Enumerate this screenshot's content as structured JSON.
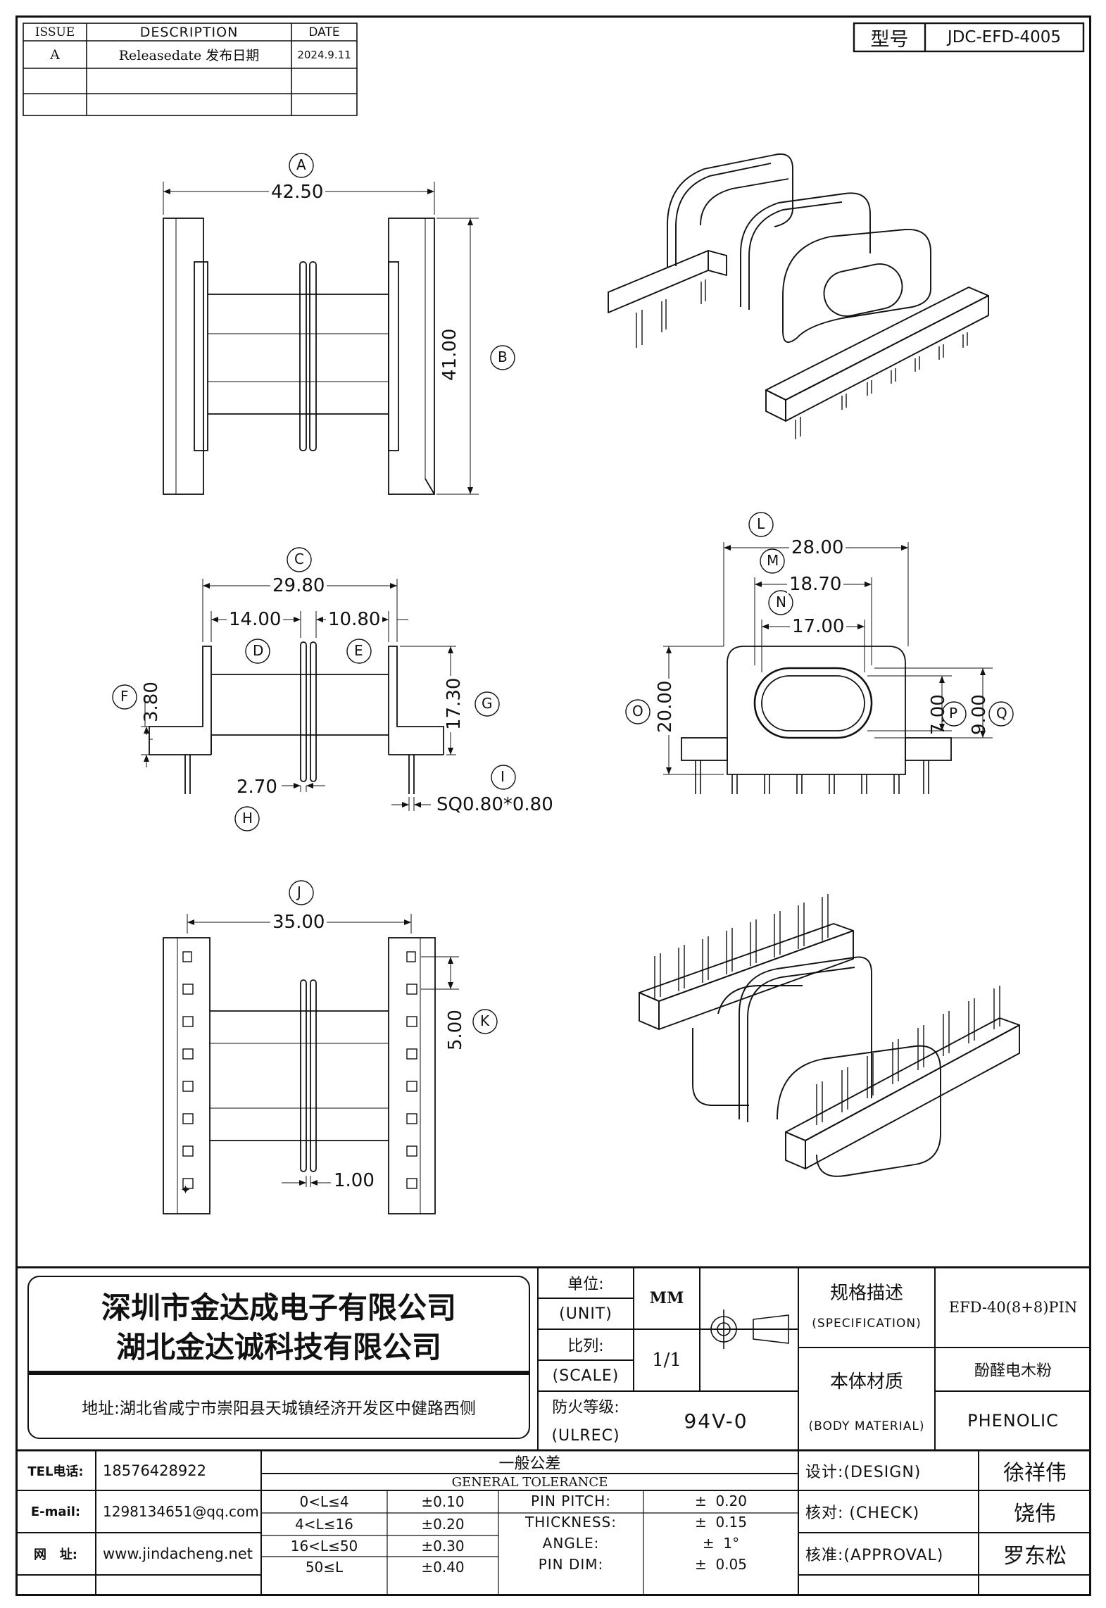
{
  "revision_table": {
    "headers": [
      "ISSUE",
      "DESCRIPTION",
      "DATE"
    ],
    "rows": [
      [
        "A",
        "Releasedate 发布日期",
        "2024.9.11"
      ]
    ]
  },
  "model_box": {
    "label": "型号",
    "value": "JDC-EFD-4005"
  },
  "dimensions": {
    "A": "42.50",
    "B": "41.00",
    "C": "29.80",
    "D": "14.00",
    "E": "10.80",
    "F": "3.80",
    "G": "17.30",
    "H": "2.70",
    "I": "SQ0.80*0.80",
    "J": "35.00",
    "K": "5.00",
    "W": "1.00",
    "L": "28.00",
    "M": "18.70",
    "N": "17.00",
    "O": "20.00",
    "P": "7.00",
    "Q": "9.00"
  },
  "title_block": {
    "company_1": "深圳市金达成电子有限公司",
    "company_2": "湖北金达诚科技有限公司",
    "address": "地址:湖北省咸宁市崇阳县天城镇经济开发区中健路西侧",
    "unit_cn": "单位:",
    "unit_en": "(UNIT)",
    "unit_value": "MM",
    "scale_cn": "比列:",
    "scale_en": "(SCALE)",
    "scale_value": "1/1",
    "fire_cn": "防火等级:",
    "fire_en": "(ULREC)",
    "fire_value": "94V-0",
    "spec_cn": "规格描述",
    "spec_en": "(SPECIFICATION)",
    "spec_value": "EFD-40(8+8)PIN",
    "material_cn": "本体材质",
    "material_en": "(BODY MATERIAL)",
    "material_value_cn": "酚醛电木粉",
    "material_value_en": "PHENOLIC",
    "tel_label": "TEL电话:",
    "tel": "18576428922",
    "email_label": "E-mail:",
    "email": "1298134651@qq.com",
    "web_label": "网   址:",
    "web": "www.jindacheng.net",
    "tolerance_cn": "一般公差",
    "tolerance_en": "GENERAL TOLERANCE",
    "ranges": [
      "0<L≤4",
      "4<L≤16",
      "16<L≤50",
      "50≤L"
    ],
    "range_tol": [
      "±0.10",
      "±0.20",
      "±0.30",
      "±0.40"
    ],
    "other_labels": [
      "PIN PITCH:",
      "THICKNESS:",
      "ANGLE:",
      "PIN DIM:"
    ],
    "other_tol": [
      "±  0.20",
      "±  0.15",
      "±  1°",
      "±  0.05"
    ],
    "design_label": "设计:(DESIGN)",
    "design_name": "徐祥伟",
    "check_label": "核对: (CHECK)",
    "check_name": "饶伟",
    "approval_label": "核准:(APPROVAL)",
    "approval_name": "罗东松"
  }
}
